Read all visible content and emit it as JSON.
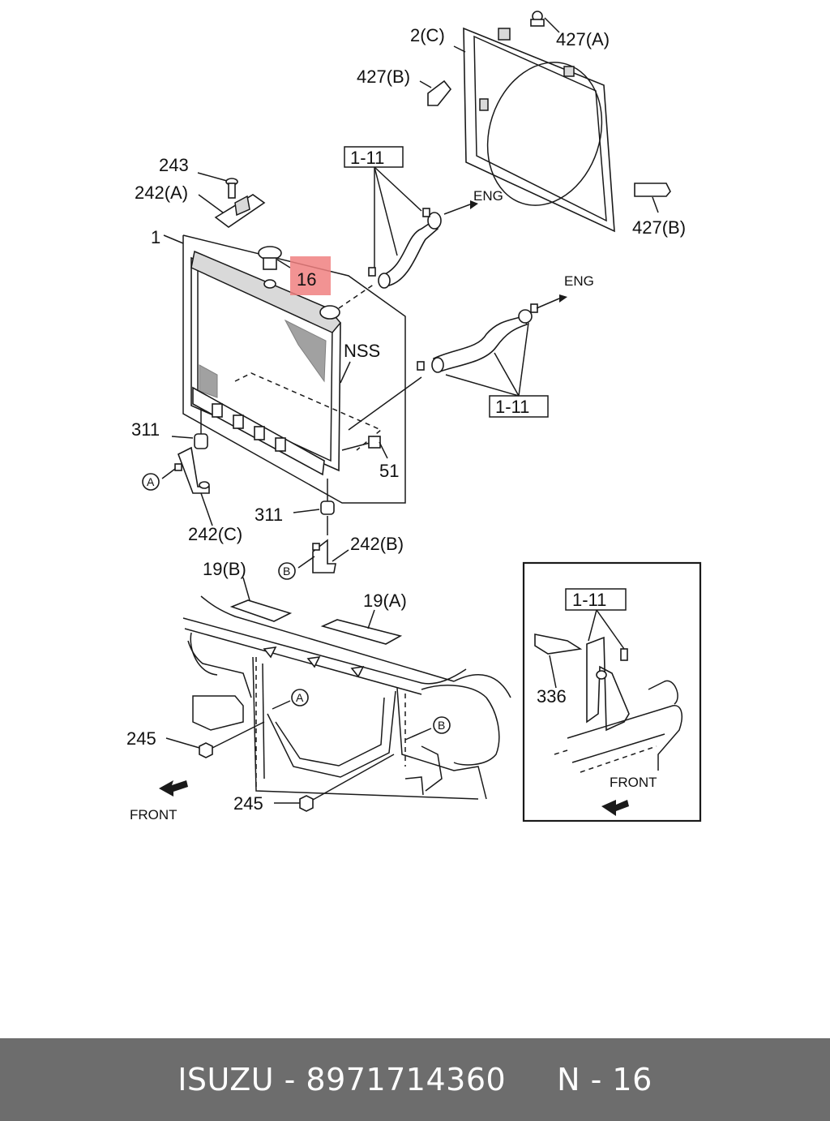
{
  "diagram": {
    "labels": {
      "p2c": "2(C)",
      "p427a": "427(A)",
      "p427b_top": "427(B)",
      "p427b_right": "427(B)",
      "p243": "243",
      "p242a": "242(A)",
      "p1_11_top": "1-11",
      "p1_11_mid": "1-11",
      "p1_11_inset": "1-11",
      "eng_top": "ENG",
      "eng_mid": "ENG",
      "p1": "1",
      "p16": "16",
      "nss": "NSS",
      "p311_left": "311",
      "p311_lower": "311",
      "p51": "51",
      "p242c": "242(C)",
      "p242b": "242(B)",
      "p19b": "19(B)",
      "p19a": "19(A)",
      "p336": "336",
      "p245_left": "245",
      "p245_bottom": "245",
      "front_left": "FRONT",
      "front_inset": "FRONT",
      "circle_a1": "A",
      "circle_a2": "A",
      "circle_b1": "B",
      "circle_b2": "B"
    },
    "highlight_color": "#f08080"
  },
  "footer": {
    "brand": "ISUZU",
    "separator": " - ",
    "part_number": "8971714360",
    "gap": "     ",
    "page_ref": "N - 16"
  }
}
